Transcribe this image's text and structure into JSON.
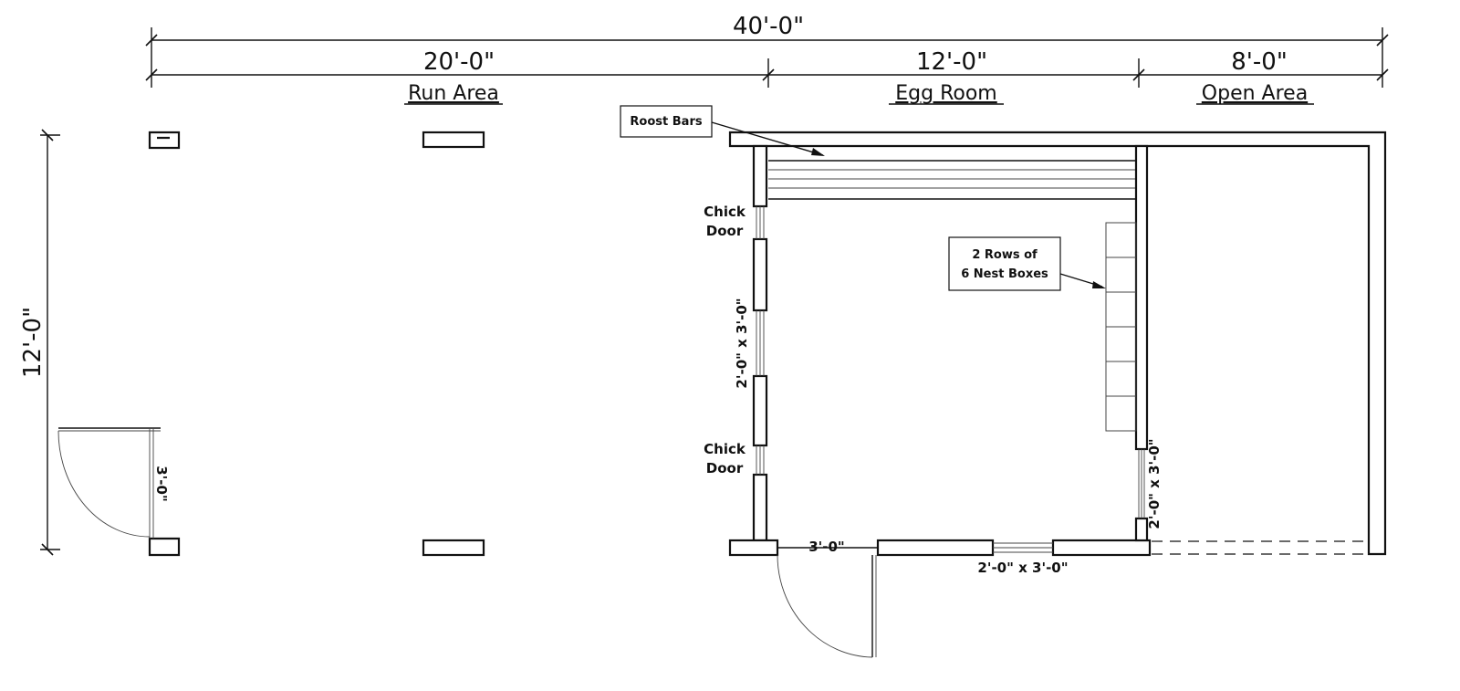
{
  "dimensions": {
    "overall_width": "40'-0\"",
    "run_width": "20'-0\"",
    "egg_width": "12'-0\"",
    "open_width": "8'-0\"",
    "overall_depth": "12'-0\"",
    "run_door": "3'-0\"",
    "egg_door": "3'-0\"",
    "window_left": "2'-0\" x 3'-0\"",
    "window_bottom": "2'-0\" x 3'-0\"",
    "window_right": "2'-0\" x 3'-0\""
  },
  "areas": {
    "run": "Run Area",
    "egg": "Egg Room",
    "open": "Open Area"
  },
  "labels": {
    "roost_bars": "Roost Bars",
    "nest_boxes_line1": "2 Rows of",
    "nest_boxes_line2": "6 Nest Boxes",
    "chick_door_top_1": "Chick",
    "chick_door_top_2": "Door",
    "chick_door_bottom_1": "Chick",
    "chick_door_bottom_2": "Door"
  }
}
